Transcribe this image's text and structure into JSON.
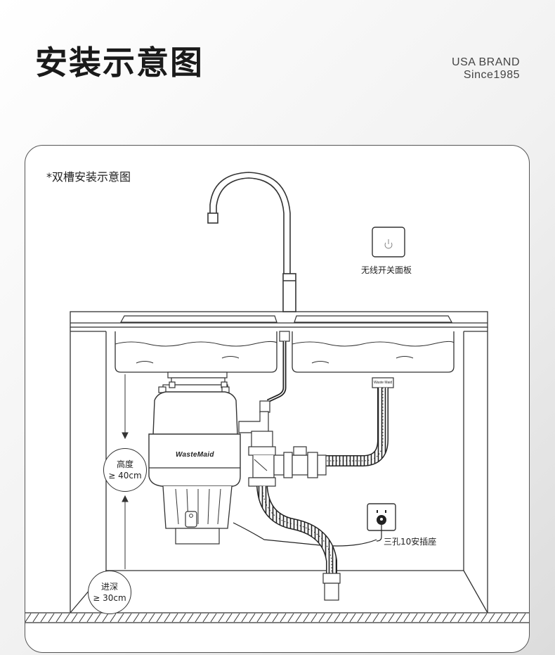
{
  "header": {
    "title": "安装示意图",
    "brand_line1": "USA BRAND",
    "brand_line2": "Since1985"
  },
  "card": {
    "title": "*双槽安装示意图"
  },
  "labels": {
    "switch_panel": "无线开关面板",
    "socket": "三孔10安插座",
    "height_name": "高度",
    "height_value": "≥ 40cm",
    "depth_name": "进深",
    "depth_value": "≥ 30cm",
    "unit_brand": "WasteMaid",
    "fitting_brand": "Waste Maid"
  },
  "icons": {
    "switch": "power-icon",
    "socket": "three-pin-socket-icon"
  }
}
